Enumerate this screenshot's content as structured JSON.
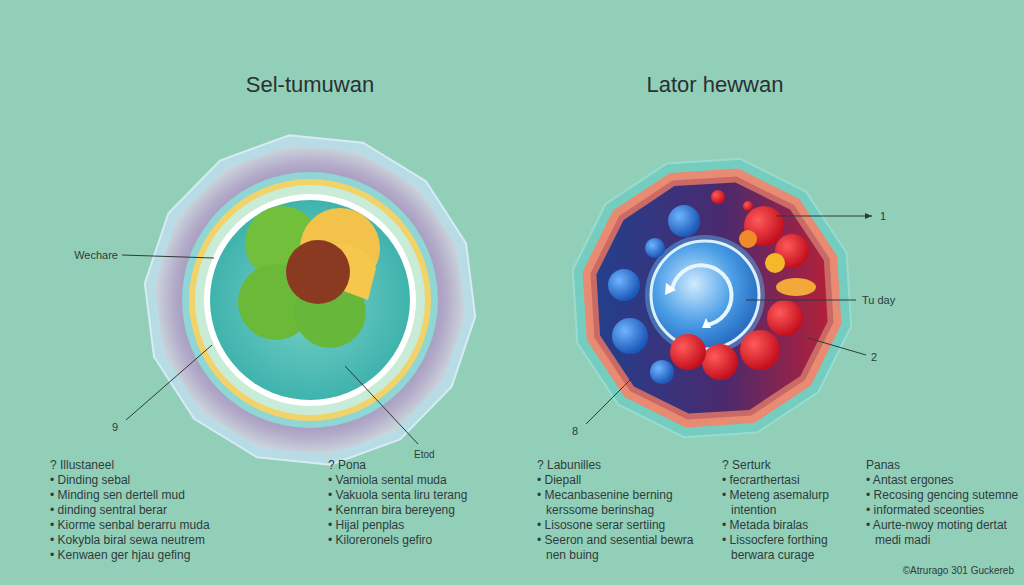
{
  "diagram": {
    "labels": [
      "Sel-tumuwan",
      "Lator hewwan",
      "Wechare",
      "9",
      "Etod",
      "1",
      "Tu day",
      "2",
      "8",
      "? Illustaneel",
      "• Dinding sebal",
      "• Minding sen dertell mud",
      "• dinding sentral berar",
      "• Kiorme senbal berarru muda",
      "• Kokybla biral sewa neutrem",
      "• Kenwaen ger hjau gefing",
      "? Pona",
      "• Vamiola sental muda",
      "• Vakuola senta liru terang",
      "• Kenrran bira bereyeng",
      "• Hijal penplas",
      "• Kiloreronels gefiro",
      "? Labunilles",
      "• Diepall",
      "• Mecanbasenine berning kerssome berinshag",
      "• Lisosone serar sertiing",
      "• Seeron and sesential bewra nen buing",
      "? Serturk",
      "• fecrarthertasi",
      "• Meteng asemalurp intention",
      "• Metada biralas",
      "• Lissocfere forthing berwara curage",
      "Panas",
      "• Antast ergones",
      "• Recosing gencing sutemne",
      "• informated sceonties",
      "• Aurte-nwoy moting dertat medi madi",
      "©Atrurago 301 Guckereb"
    ]
  }
}
